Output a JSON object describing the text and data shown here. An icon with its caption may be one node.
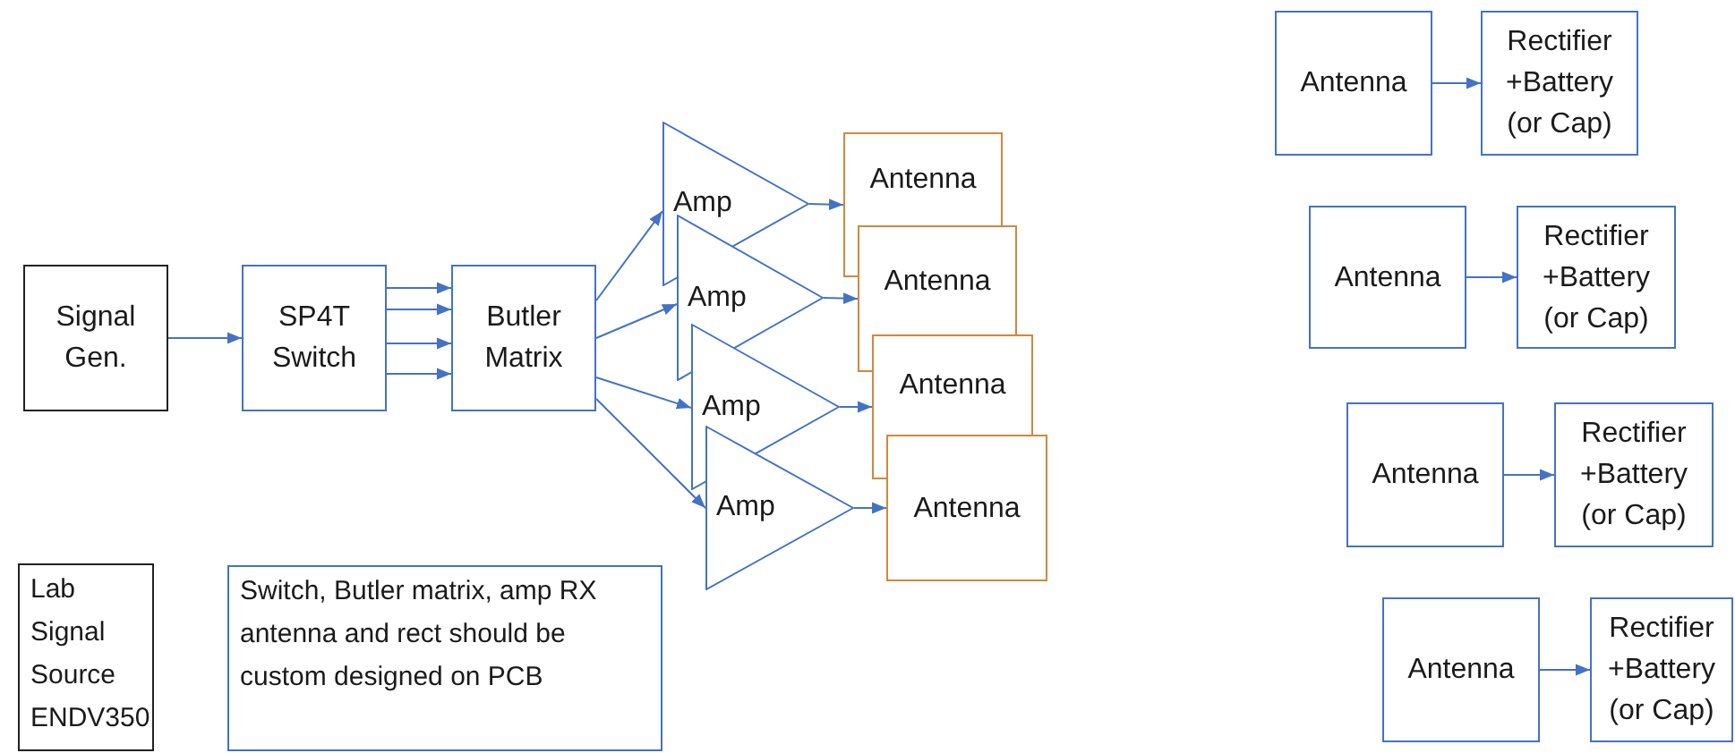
{
  "diagram": {
    "nodes": [
      {
        "text": [
          "Signal Gen."
        ]
      },
      {
        "text": [
          "SP4T Switch"
        ]
      },
      {
        "text": [
          "Butler Matrix"
        ]
      },
      {
        "text": [
          "Amp"
        ]
      },
      {
        "text": [
          "Amp"
        ]
      },
      {
        "text": [
          "Amp"
        ]
      },
      {
        "text": [
          "Amp"
        ]
      },
      {
        "text": [
          "Antenna"
        ]
      },
      {
        "text": [
          "Antenna"
        ]
      },
      {
        "text": [
          "Antenna"
        ]
      },
      {
        "text": [
          "Antenna"
        ]
      },
      {
        "text": [
          "Lab Signal Source ENDV350"
        ]
      },
      {
        "text": [
          "Switch, Butler matrix, amp RX antenna and rect should be custom designed on PCB"
        ]
      },
      {
        "text": [
          "Antenna"
        ]
      },
      {
        "text": [
          "Rectifier +Battery (or Cap)"
        ]
      },
      {
        "text": [
          "Antenna"
        ]
      },
      {
        "text": [
          "Rectifier +Battery (or Cap)"
        ]
      },
      {
        "text": [
          "Antenna"
        ]
      },
      {
        "text": [
          "Rectifier +Battery (or Cap)"
        ]
      },
      {
        "text": [
          "Antenna"
        ]
      },
      {
        "text": [
          "Rectifier +Battery (or Cap)"
        ]
      }
    ],
    "edges": [
      {
        "from": 0,
        "to": 1,
        "arrow": "to"
      },
      {
        "from": 1,
        "to": 2,
        "arrow": "to"
      },
      {
        "from": 1,
        "to": 2,
        "arrow": "to"
      },
      {
        "from": 1,
        "to": 2,
        "arrow": "to"
      },
      {
        "from": 1,
        "to": 2,
        "arrow": "to"
      },
      {
        "from": 2,
        "to": 3,
        "arrow": "to"
      },
      {
        "from": 2,
        "to": 4,
        "arrow": "to"
      },
      {
        "from": 2,
        "to": 5,
        "arrow": "to"
      },
      {
        "from": 2,
        "to": 6,
        "arrow": "to"
      },
      {
        "from": 3,
        "to": 7,
        "arrow": "to"
      },
      {
        "from": 4,
        "to": 8,
        "arrow": "to"
      },
      {
        "from": 5,
        "to": 9,
        "arrow": "to"
      },
      {
        "from": 6,
        "to": 10,
        "arrow": "to"
      },
      {
        "from": 13,
        "to": 14,
        "arrow": "to"
      },
      {
        "from": 15,
        "to": 16,
        "arrow": "to"
      },
      {
        "from": 17,
        "to": 18,
        "arrow": "to"
      },
      {
        "from": 19,
        "to": 20,
        "arrow": "to"
      }
    ]
  }
}
